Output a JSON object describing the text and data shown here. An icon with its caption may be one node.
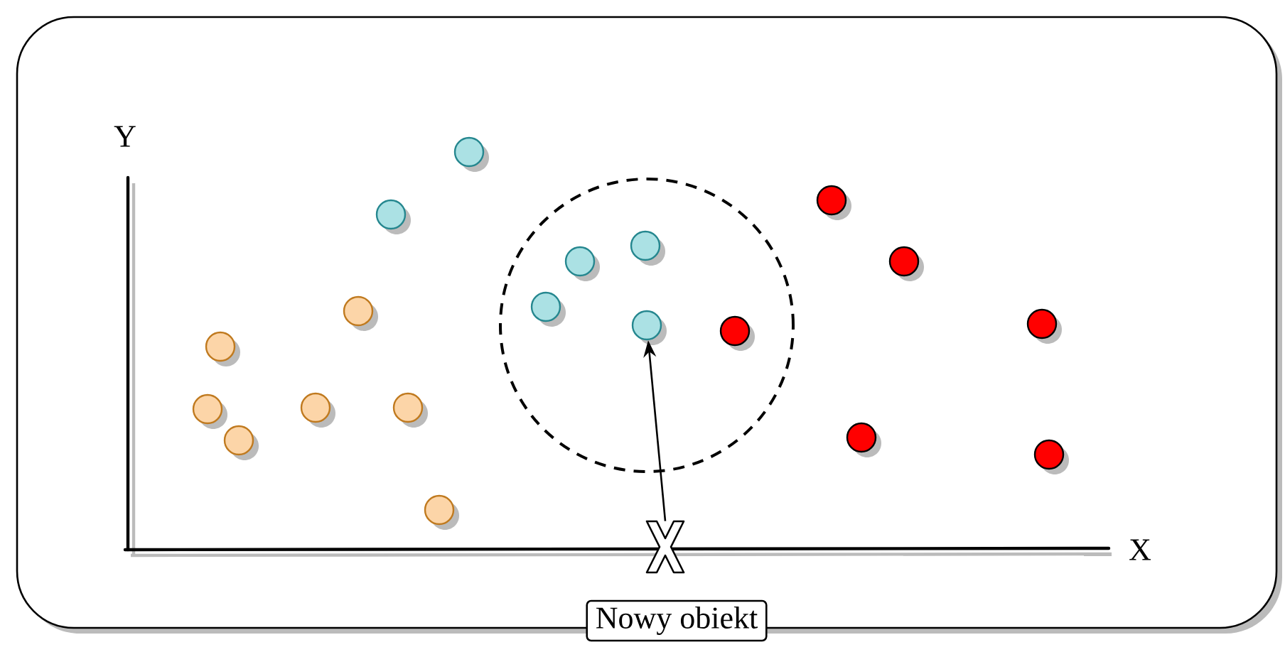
{
  "diagram": {
    "nodes": [
      {
        "text": [],
        "shape": "cross"
      },
      {
        "text": [],
        "shape": "circle"
      },
      {
        "text": [],
        "shape": "circle"
      },
      {
        "text": [],
        "shape": "circle"
      },
      {
        "text": [],
        "shape": "circle"
      },
      {
        "text": [],
        "shape": "circle"
      },
      {
        "text": [],
        "shape": "circle"
      },
      {
        "text": [],
        "shape": "circle"
      },
      {
        "text": [],
        "shape": "circle"
      },
      {
        "text": [],
        "shape": "circle"
      },
      {
        "text": [],
        "shape": "circle"
      },
      {
        "text": [],
        "shape": "circle"
      },
      {
        "text": [],
        "shape": "circle"
      },
      {
        "text": [],
        "shape": "circle"
      },
      {
        "text": [],
        "shape": "circle"
      },
      {
        "text": [],
        "shape": "circle"
      },
      {
        "text": [],
        "shape": "circle"
      },
      {
        "text": [],
        "shape": "circle"
      },
      {
        "text": [],
        "shape": "circle"
      },
      {
        "text": [],
        "shape": "circle"
      },
      {
        "text": [
          "Nowy obiekt"
        ]
      }
    ],
    "edges": [
      {
        "from": 0,
        "to": 13,
        "arrow": "to"
      }
    ],
    "labels": [
      "Y",
      "X"
    ]
  }
}
